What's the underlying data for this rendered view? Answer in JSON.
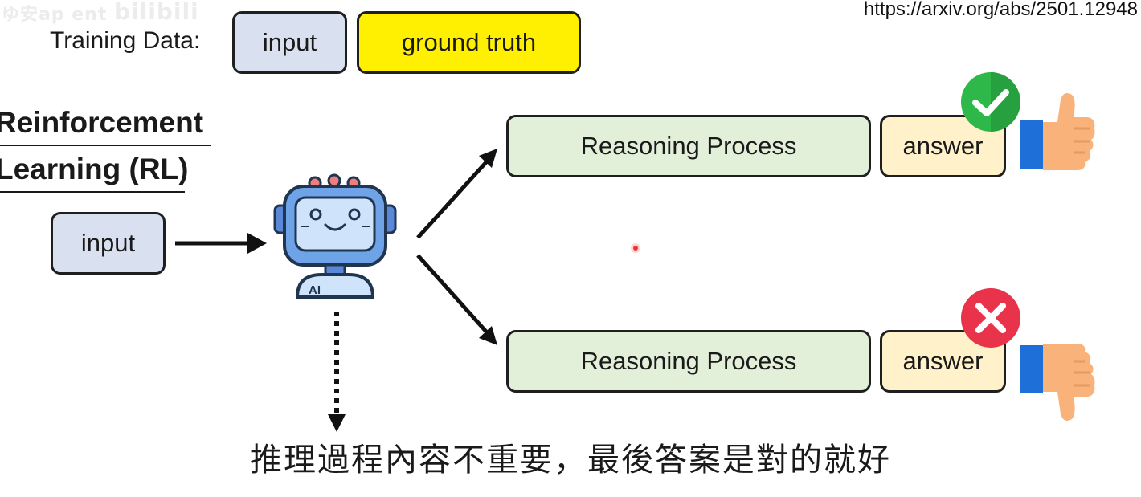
{
  "watermark": {
    "part1": "ゆ安ap ent",
    "part2": "bilibili"
  },
  "url": "https://arxiv.org/abs/2501.12948",
  "training": {
    "label": "Training Data:",
    "input": "input",
    "ground_truth": "ground truth"
  },
  "rl": {
    "title_line1": "Reinforcement",
    "title_line2": "Learning (RL)"
  },
  "flow": {
    "input": "input",
    "robot_badge": "AI",
    "outcomes": [
      {
        "reasoning": "Reasoning Process",
        "answer": "answer",
        "verdict": "correct",
        "icon": "check-icon",
        "thumb": "thumbs-up-icon"
      },
      {
        "reasoning": "Reasoning Process",
        "answer": "answer",
        "verdict": "wrong",
        "icon": "cross-icon",
        "thumb": "thumbs-down-icon"
      }
    ]
  },
  "caption": "推理過程內容不重要，最後答案是對的就好",
  "colors": {
    "input_box": "#d9e0f0",
    "ground_truth_box": "#ffef00",
    "reasoning_box": "#e2efd9",
    "answer_box": "#fff1c9",
    "check_green": "#2fb84a",
    "cross_red": "#e8334a",
    "thumb_skin": "#f9b37a",
    "thumb_cuff": "#1f6fd8"
  }
}
